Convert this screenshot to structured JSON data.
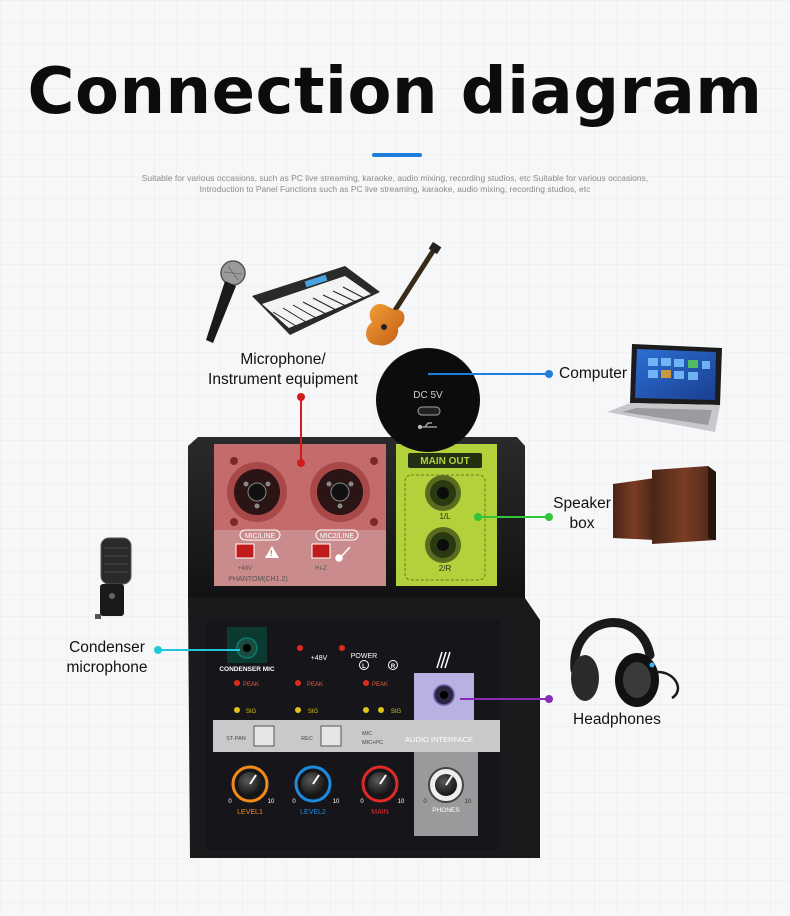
{
  "title": "Connection diagram",
  "subtitle": {
    "line1": "Suitable for various occasions, such as PC live streaming, karaoke, audio mixing, recording studios, etc Suitable for various occasions,",
    "line2": "Introduction to Panel Functions such as PC live streaming, karaoke, audio mixing, recording studios, etc"
  },
  "callouts": {
    "microphone_instrument": {
      "line1": "Microphone/",
      "line2": "Instrument equipment",
      "color": "#d41b1b"
    },
    "computer": {
      "text": "Computer",
      "color": "#1e7fd8"
    },
    "speaker": {
      "line1": "Speaker",
      "line2": "box",
      "color": "#33c43a"
    },
    "condenser": {
      "line1": "Condenser",
      "line2": "microphone",
      "color": "#1ec8d8"
    },
    "headphones": {
      "text": "Headphones",
      "color": "#8a2bb5"
    }
  },
  "device": {
    "dc_label": "DC 5V",
    "main_out": "MAIN OUT",
    "out_1": "1/L",
    "out_2": "2/R",
    "mic_line_1": "MIC/LINE",
    "mic_line_2": "MIC2/LINE",
    "phantom_48v_small": "+48V",
    "hi_z": "HI-Z",
    "phantom": "PHANTOM(CH1.2)",
    "condenser_mic": "CONDENSER MIC",
    "phantom_48v": "+48V",
    "power": "POWER",
    "power_l": "L",
    "power_r": "R",
    "peak": "PEAK",
    "sig": "SIG",
    "audio_interface": "AUDIO INTERFACE",
    "st_pan": "ST-PAN",
    "rec": "REC",
    "mic": "MIC",
    "mic_pc": "MIC+PC",
    "knob_min": "0",
    "knob_max": "10",
    "level1": "LEVEL1",
    "level2": "LEVEL2",
    "main": "MAIN",
    "phones": "PHONES"
  }
}
